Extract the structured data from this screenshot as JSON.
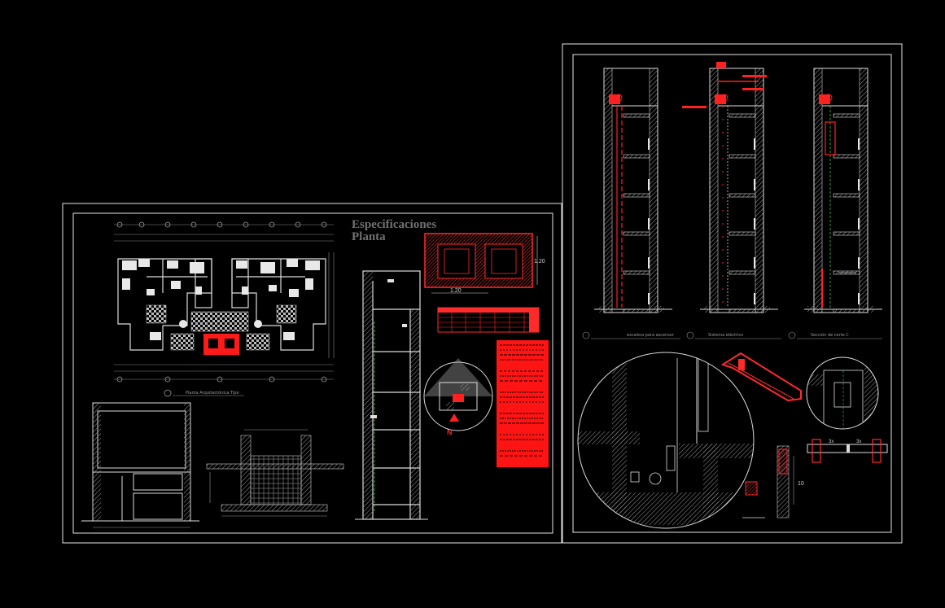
{
  "sheet_left": {
    "title_line1": "Especificaciones",
    "title_line2": "Planta",
    "plan_caption": "Planta Arquitectónica Tipo",
    "pit_dim_width": "1.20",
    "pit_dim_height": "1.20",
    "north_mark": "N"
  },
  "sheet_right": {
    "section_a_caption": "escalera para ascensor",
    "section_b_caption": "Sistema eléctrico",
    "section_c_caption": "Sección de corte C",
    "detail_dim_a": "3x",
    "detail_dim_b": "3x",
    "detail_dim_height": "10"
  },
  "colors": {
    "background": "#000000",
    "linework": "#ffffff",
    "highlight": "#ff0000",
    "annotation_gray": "#8a8a8a"
  }
}
